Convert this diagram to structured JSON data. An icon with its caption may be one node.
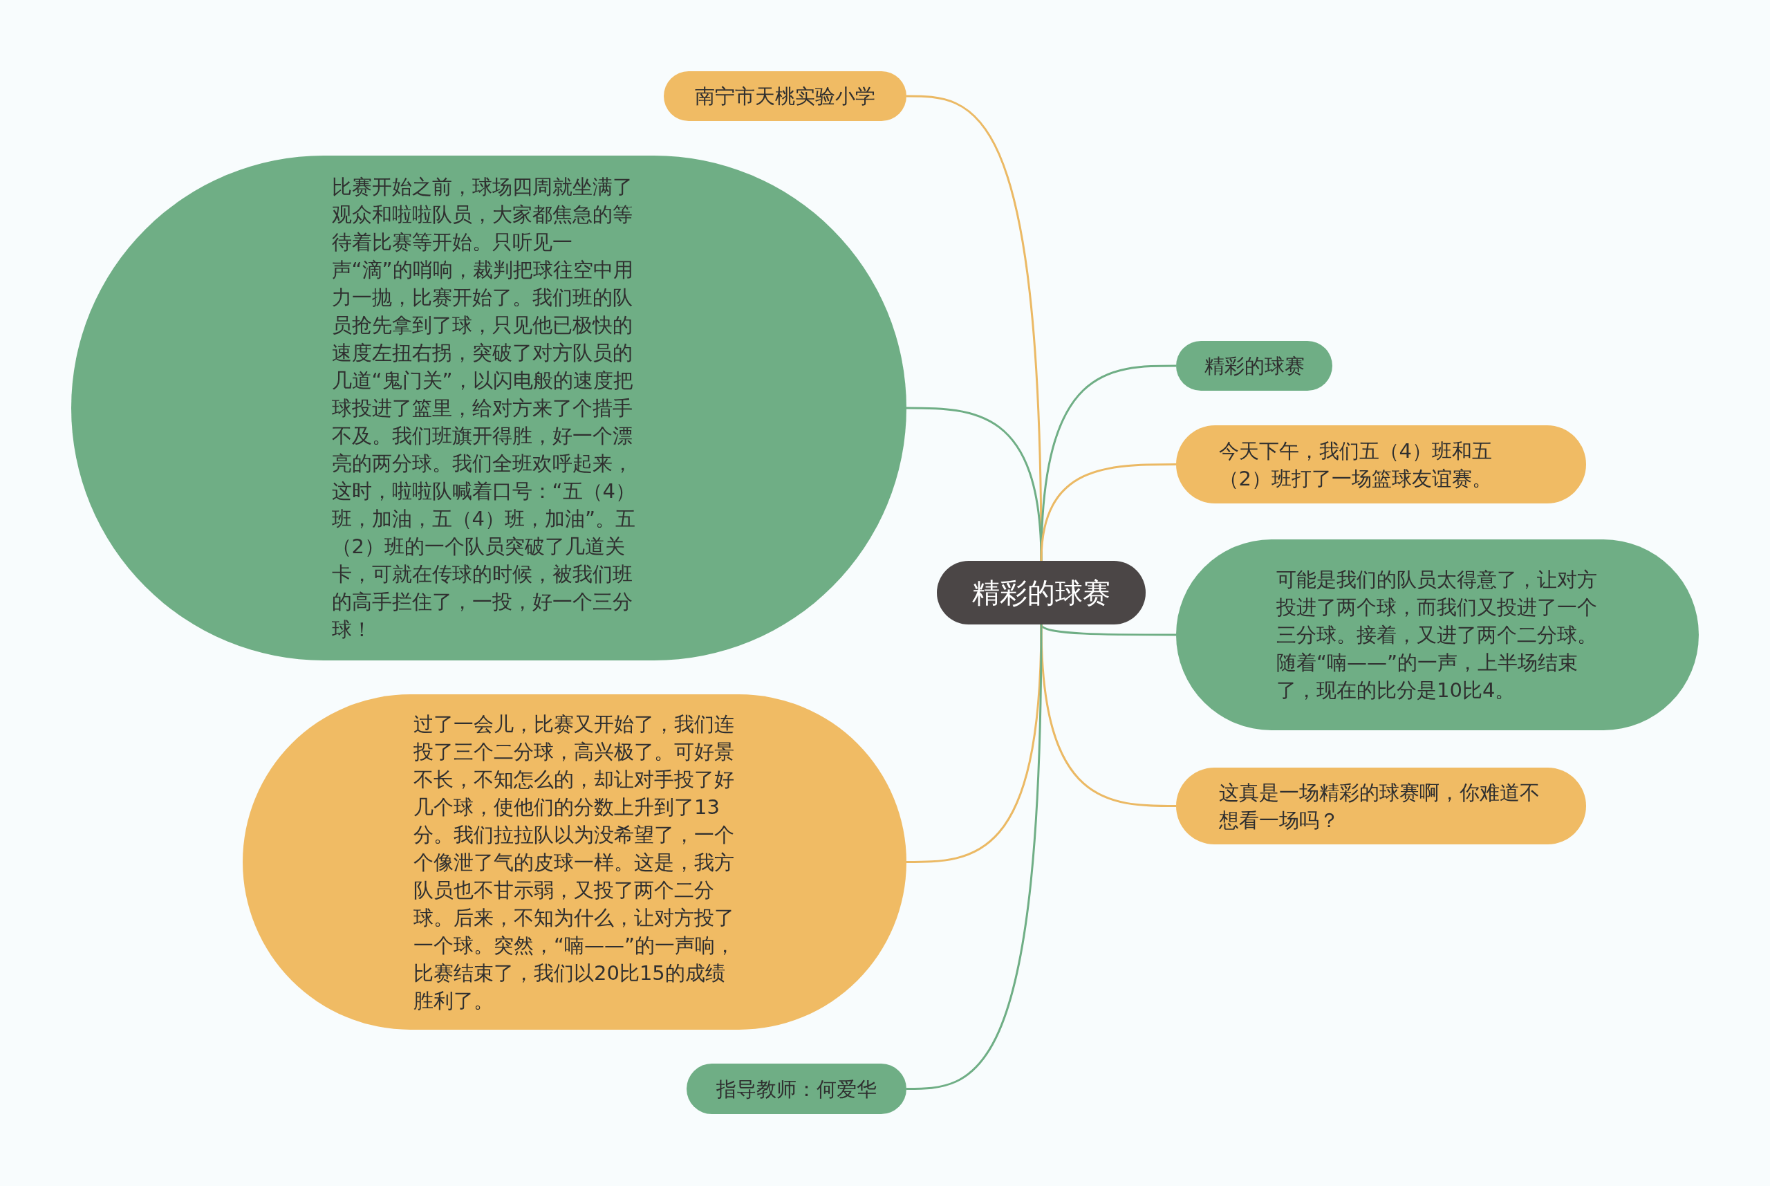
{
  "diagram": {
    "nodes": [
      {
        "text": [
          "精彩的球赛"
        ]
      },
      {
        "text": [
          "南宁市天桃实验小学"
        ]
      },
      {
        "text": [
          "比赛开始之前，球场四周就坐满了观众和啦啦队员，大家都焦急的等待着比赛等开始。只听见一声“滴”的哨响，裁判把球往空中用力一抛，比赛开始了。我们班的队员抢先拿到了球，只见他已极快的速度左扭右拐，突破了对方队员的几道“鬼门关”，以闪电般的速度把球投进了篮里，给对方来了个措手不及。我们班旗开得胜，好一个漂亮的两分球。我们全班欢呼起来，这时，啦啦队喊着口号：“五（4）班，加油，五（4）班，加油”。五（2）班的一个队员突破了几道关卡，可就在传球的时候，被我们班的高手拦住了，一投，好一个三分球！"
        ]
      },
      {
        "text": [
          "精彩的球赛"
        ]
      },
      {
        "text": [
          "今天下午，我们五（4）班和五（2）班打了一场篮球友谊赛。"
        ]
      },
      {
        "text": [
          "可能是我们的队员太得意了，让对方投进了两个球，而我们又投进了一个三分球。接着，又进了两个二分球。随着“喃——”的一声，上半场结束了，现在的比分是10比4。"
        ]
      },
      {
        "text": [
          "过了一会儿，比赛又开始了，我们连投了三个二分球，高兴极了。可好景不长，不知怎么的，却让对手投了好几个球，使他们的分数上升到了13分。我们拉拉队以为没希望了，一个个像泄了气的皮球一样。这是，我方队员也不甘示弱，又投了两个二分球。后来，不知为什么，让对方投了一个球。突然，“喃——”的一声响，比赛结束了，我们以20比15的成绩胜利了。"
        ]
      },
      {
        "text": [
          "这真是一场精彩的球赛啊，你难道不想看一场吗？"
        ]
      },
      {
        "text": [
          "指导教师：何爱华"
        ]
      }
    ],
    "edges": [
      {
        "from": 0,
        "to": 1,
        "arrow": "none",
        "color": "#ebb964"
      },
      {
        "from": 0,
        "to": 2,
        "arrow": "none",
        "color": "#6fae85"
      },
      {
        "from": 0,
        "to": 3,
        "arrow": "none",
        "color": "#6fae85"
      },
      {
        "from": 0,
        "to": 4,
        "arrow": "none",
        "color": "#ebb964"
      },
      {
        "from": 0,
        "to": 5,
        "arrow": "none",
        "color": "#6fae85"
      },
      {
        "from": 0,
        "to": 6,
        "arrow": "none",
        "color": "#ebb964"
      },
      {
        "from": 0,
        "to": 7,
        "arrow": "none",
        "color": "#ebb964"
      },
      {
        "from": 0,
        "to": 8,
        "arrow": "none",
        "color": "#6fae85"
      }
    ]
  }
}
